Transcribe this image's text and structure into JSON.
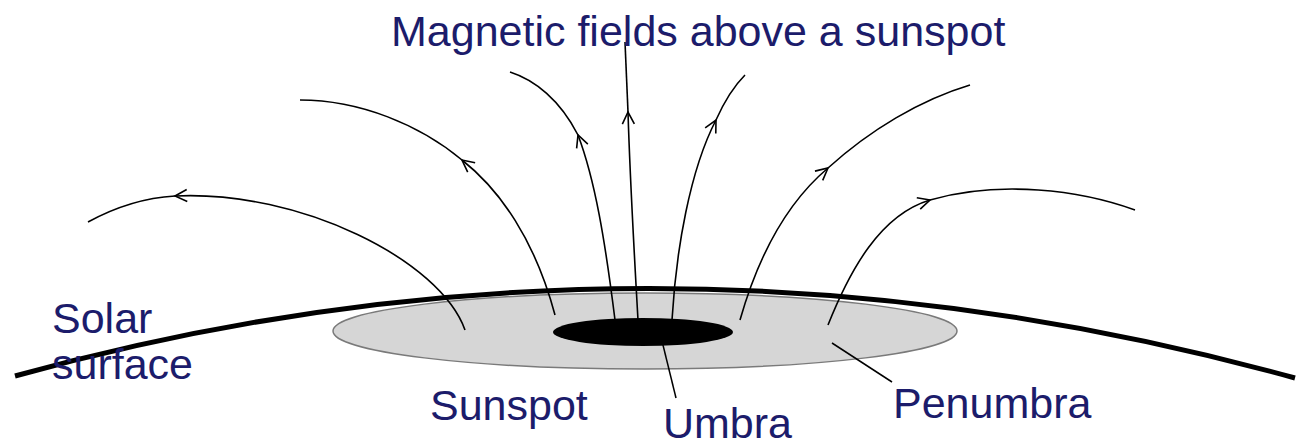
{
  "diagram": {
    "title": "Magnetic fields above a sunspot",
    "labels": [
      "Solar surface",
      "Sunspot",
      "Umbra",
      "Penumbra"
    ]
  }
}
